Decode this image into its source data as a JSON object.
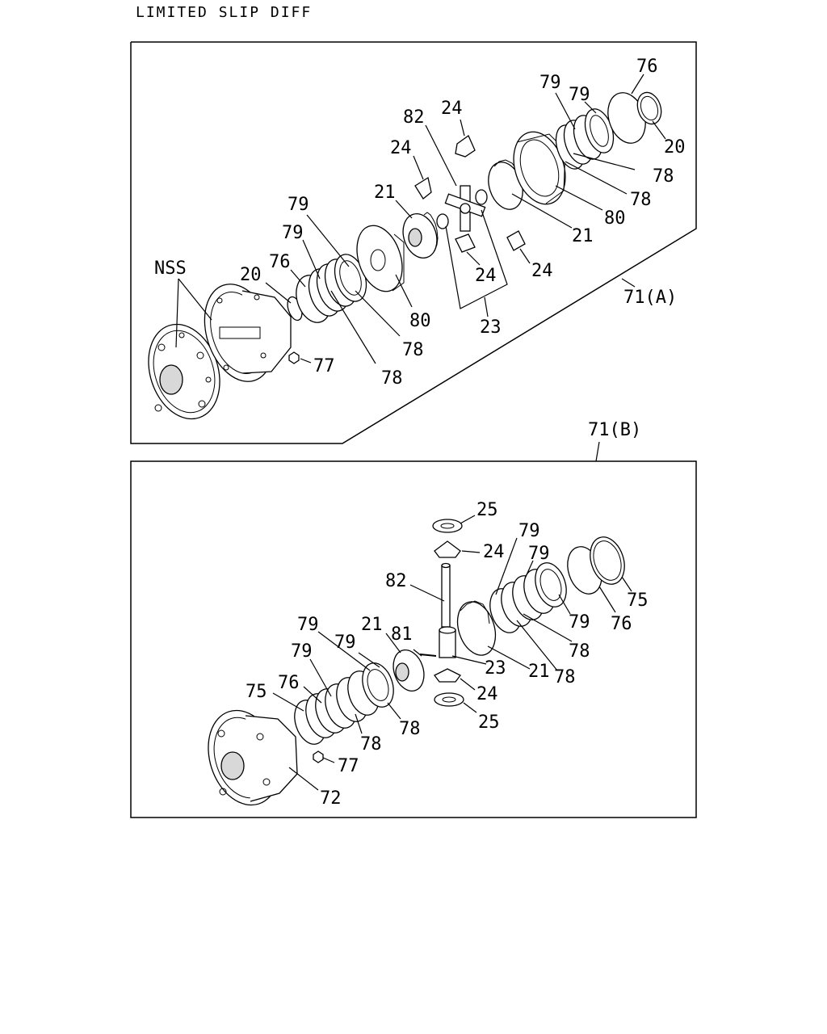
{
  "title": "LIMITED SLIP DIFF",
  "panel_a": {
    "ref": "71(A)",
    "labels": {
      "nss": "NSS",
      "p20_left": "20",
      "p76_left": "76",
      "p79_left_a": "79",
      "p79_left_b": "79",
      "p80_left": "80",
      "p78_left_a": "78",
      "p78_left_b": "78",
      "p77": "77",
      "p21_left": "21",
      "p24_a": "24",
      "p82": "82",
      "p24_top": "24",
      "p24_mid": "24",
      "p24_right": "24",
      "p23": "23",
      "p79_r_a": "79",
      "p79_r_b": "79",
      "p76_r": "76",
      "p20_r": "20",
      "p78_r_a": "78",
      "p78_r_b": "78",
      "p80_r": "80",
      "p21_r": "21"
    }
  },
  "panel_b": {
    "ref": "71(B)",
    "labels": {
      "p25_top": "25",
      "p24_top": "24",
      "p79_a": "79",
      "p79_b": "79",
      "p82": "82",
      "p75_r": "75",
      "p76_r": "76",
      "p79_c": "79",
      "p78_a": "78",
      "p21_r": "21",
      "p78_b": "78",
      "p23": "23",
      "p79_l1": "79",
      "p21_l": "21",
      "p81": "81",
      "p79_l2": "79",
      "p79_l3": "79",
      "p76_l": "76",
      "p75_l": "75",
      "p24_bot": "24",
      "p25_bot": "25",
      "p78_l1": "78",
      "p78_l2": "78",
      "p77": "77",
      "p72": "72"
    }
  }
}
